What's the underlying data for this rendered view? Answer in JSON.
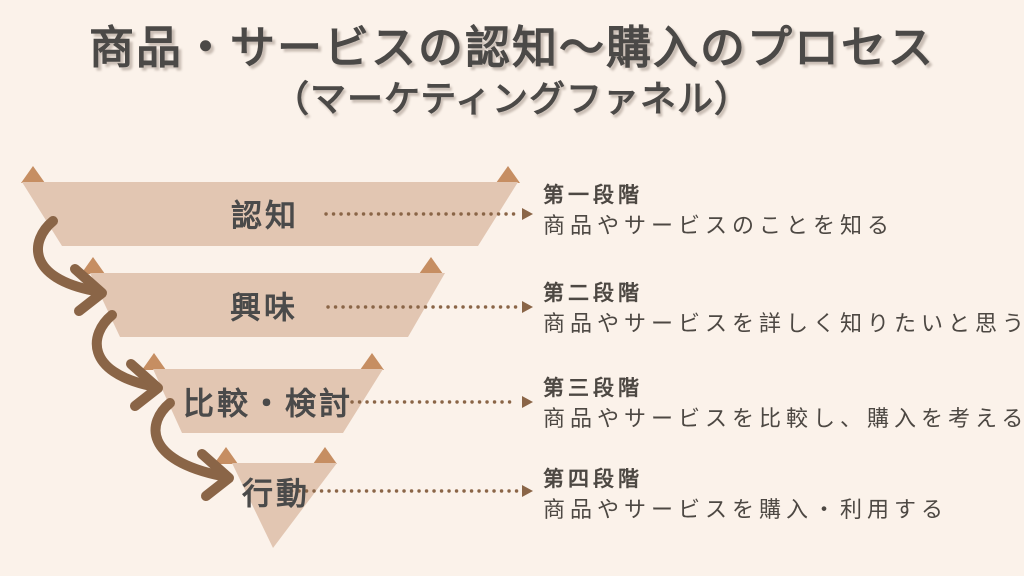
{
  "header": {
    "title": "商品・サービスの認知〜購入のプロセス",
    "subtitle": "（マーケティングファネル）"
  },
  "colors": {
    "background": "#fbf2ea",
    "funnel_fill": "#e2c6b2",
    "fold_accent": "#c68e62",
    "arrow": "#8a6547",
    "text_dark": "#4b4947"
  },
  "funnel": {
    "stages": [
      {
        "label": "認知",
        "phase": "第一段階",
        "description": "商品やサービスのことを知る"
      },
      {
        "label": "興味",
        "phase": "第二段階",
        "description": "商品やサービスを詳しく知りたいと思う"
      },
      {
        "label": "比較・検討",
        "phase": "第三段階",
        "description": "商品やサービスを比較し、購入を考える"
      },
      {
        "label": "行動",
        "phase": "第四段階",
        "description": "商品やサービスを購入・利用する"
      }
    ]
  }
}
